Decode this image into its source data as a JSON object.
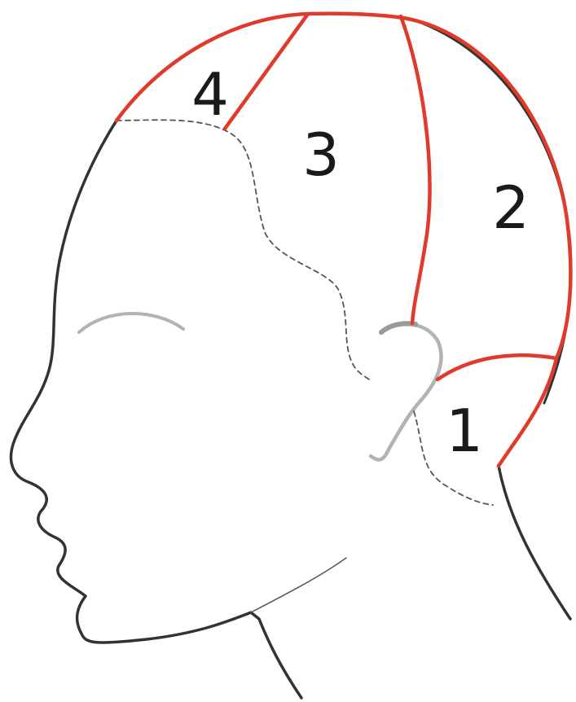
{
  "diagram": {
    "zones": [
      {
        "id": "zone-1",
        "label": "1"
      },
      {
        "id": "zone-2",
        "label": "2"
      },
      {
        "id": "zone-3",
        "label": "3"
      },
      {
        "id": "zone-4",
        "label": "4"
      }
    ],
    "colors": {
      "outline": "#333333",
      "section_line": "#e03a2c",
      "feature": "#b3b3b3",
      "hairline": "#555555",
      "label": "#1a1a1a"
    }
  }
}
